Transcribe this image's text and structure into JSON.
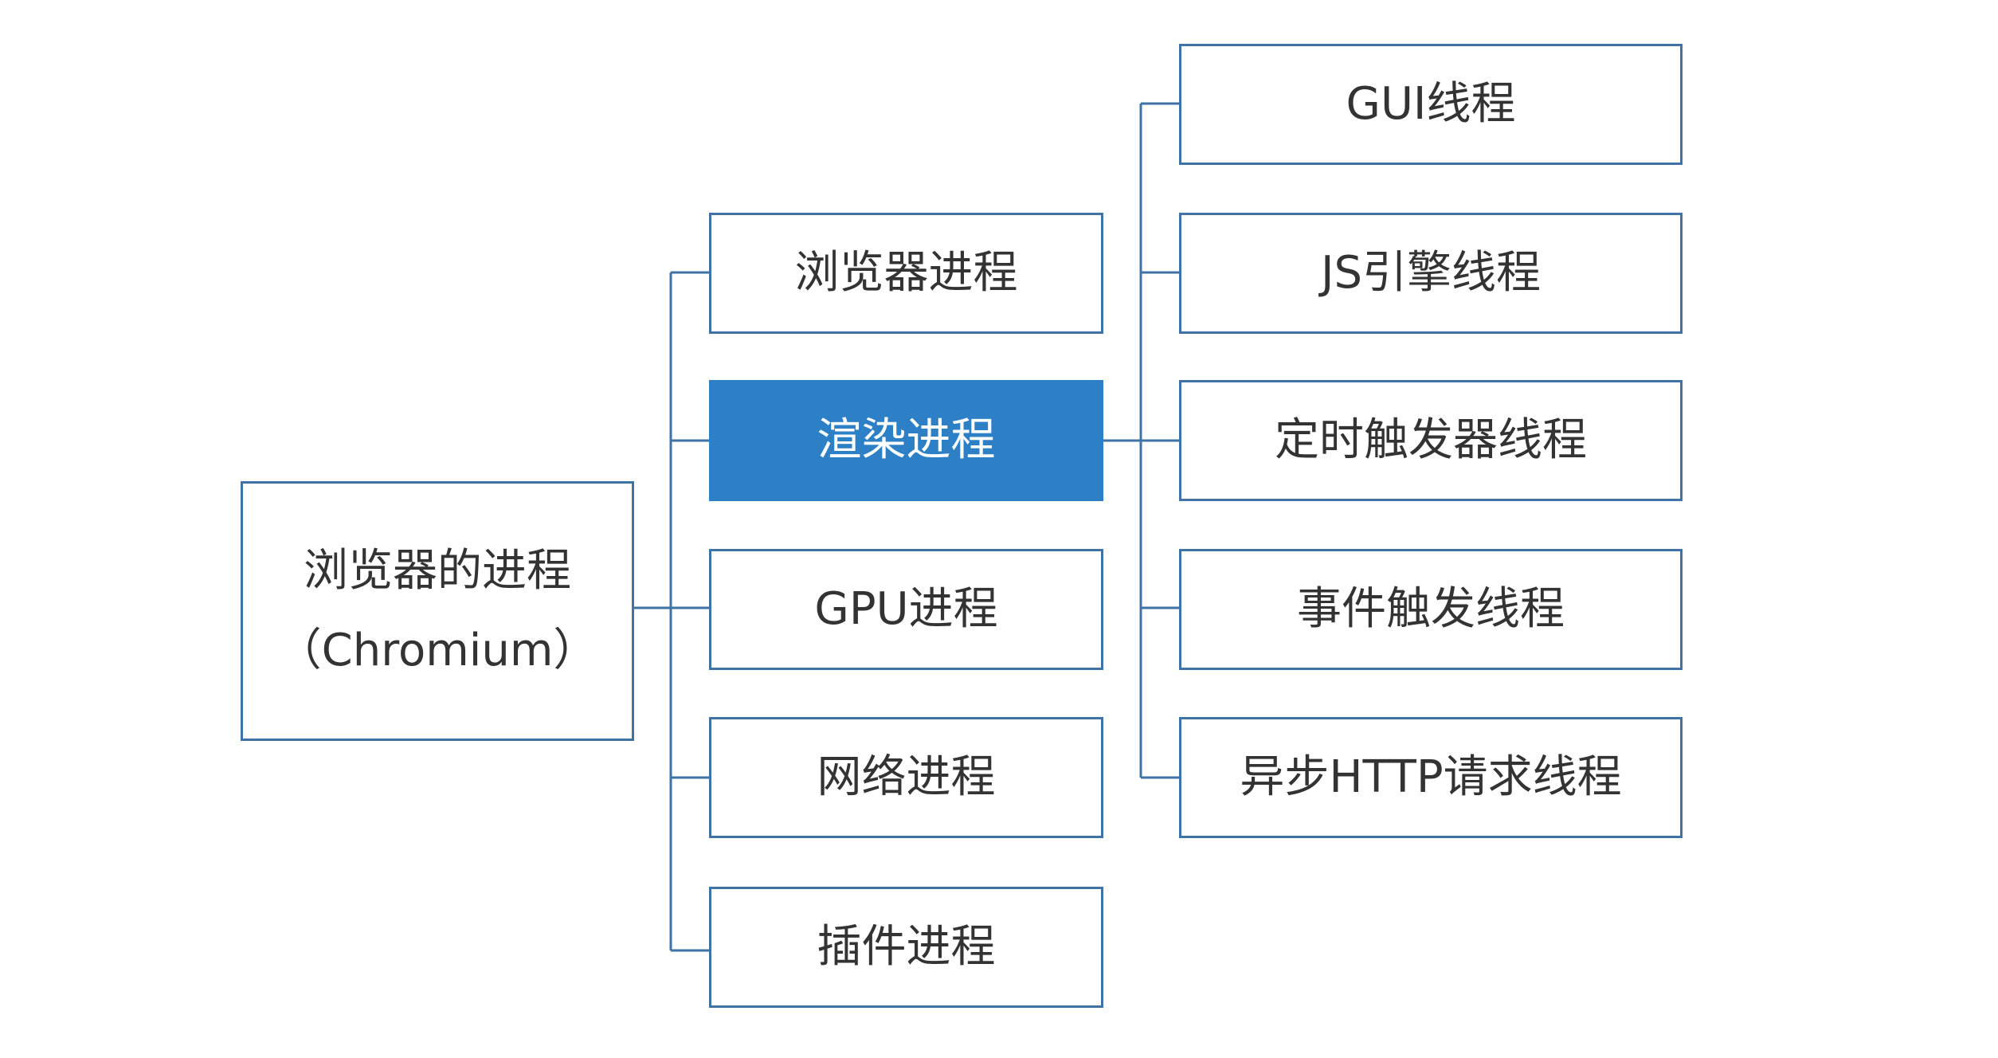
{
  "diagram": {
    "root": {
      "line1": "浏览器的进程",
      "line2": "（Chromium）"
    },
    "processes": [
      {
        "label": "浏览器进程",
        "highlighted": false
      },
      {
        "label": "渲染进程",
        "highlighted": true
      },
      {
        "label": "GPU进程",
        "highlighted": false
      },
      {
        "label": "网络进程",
        "highlighted": false
      },
      {
        "label": "插件进程",
        "highlighted": false
      }
    ],
    "threads": [
      {
        "label": "GUI线程"
      },
      {
        "label": "JS引擎线程"
      },
      {
        "label": "定时触发器线程"
      },
      {
        "label": "事件触发线程"
      },
      {
        "label": "异步HTTP请求线程"
      }
    ]
  },
  "colors": {
    "border": "#3f72a5",
    "highlight_fill": "#2d80c5",
    "text": "#333333",
    "highlight_text": "#ffffff"
  }
}
